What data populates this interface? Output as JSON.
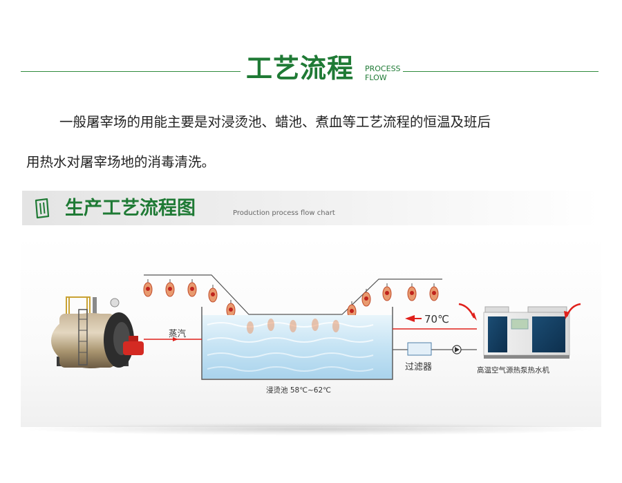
{
  "header": {
    "title": "工艺流程",
    "en_line1": "PROCESS",
    "en_line2": "FLOW"
  },
  "intro": {
    "line1": "一般屠宰场的用能主要是对浸烫池、蜡池、煮血等工艺流程的恒温及班后",
    "line2": "用热水对屠宰场地的消毒清洗。"
  },
  "section": {
    "title": "生产工艺流程图",
    "subtitle": "Production process flow chart"
  },
  "diagram": {
    "steam_label": "蒸汽",
    "temp_label": "70℃",
    "filter_label": "过滤器",
    "pool_label": "浸烫池 58℃~62℃",
    "heat_pump_label": "高温空气源热泵热水机"
  },
  "colors": {
    "brand_green": "#1f7a35",
    "arrow_red": "#e0201b",
    "water_blue": "#bfe0f3",
    "steel": "#555555"
  }
}
